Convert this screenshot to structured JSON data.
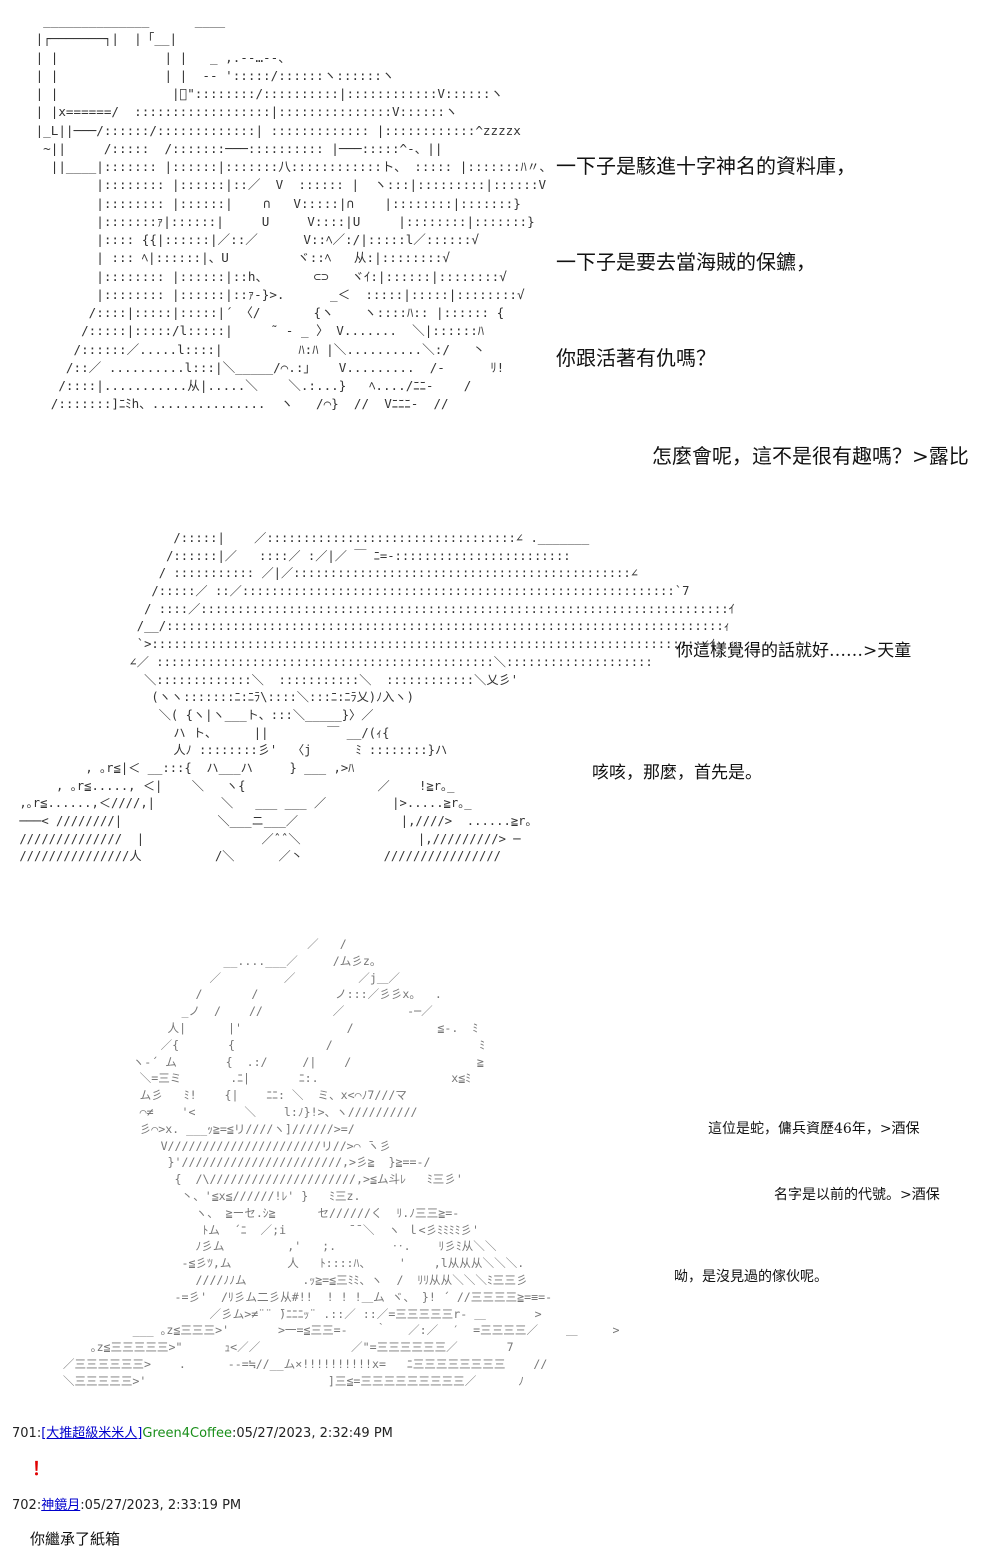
{
  "panel1": {
    "lines": [
      "一下子是駭進十字神名的資料庫，",
      "一下子是要去當海賊的保鑣，",
      "你跟活著有仇嗎？",
      "怎麼會呢，這不是很有趣嗎？>露比"
    ]
  },
  "panel2": {
    "lines": [
      "你這樣覺得的話就好……>天童",
      "咳咳，那麼，首先是。"
    ]
  },
  "panel3": {
    "lines": [
      "這位是蛇，傭兵資歷46年，>酒保",
      "名字是以前的代號。>酒保",
      "呦，是沒見過的傢伙呢。"
    ]
  },
  "posts": [
    {
      "number": "701",
      "name": "[大推超級米米人]",
      "trip": "Green4Coffee",
      "datetime": "05/27/2023, 2:32:49 PM",
      "body": "！"
    },
    {
      "number": "702",
      "name": "神鏡月",
      "trip": "",
      "datetime": "05/27/2023, 2:33:19 PM",
      "body": "你繼承了紙箱"
    }
  ]
}
